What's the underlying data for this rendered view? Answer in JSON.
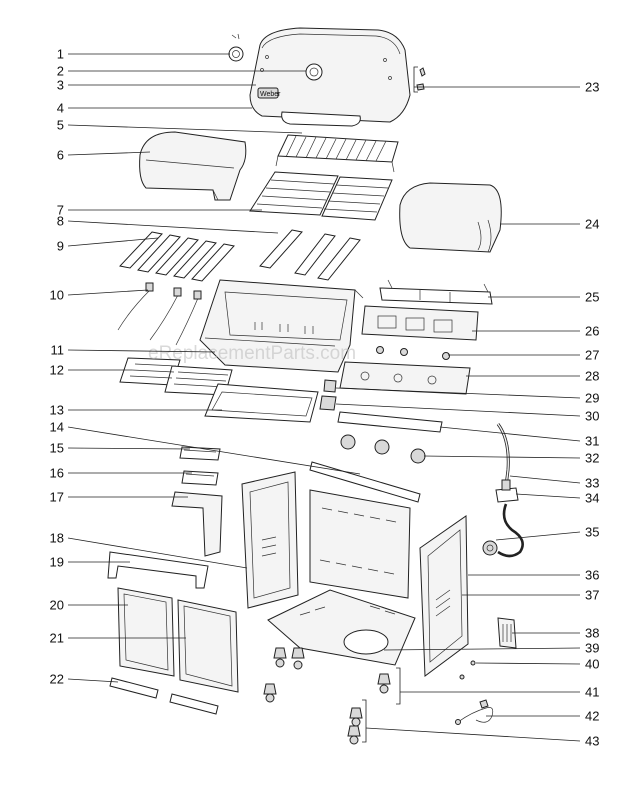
{
  "watermark": "eReplacementParts.com",
  "lid_badge": "Weber",
  "left_labels": [
    "1",
    "2",
    "3",
    "4",
    "5",
    "6",
    "7",
    "8",
    "9",
    "10",
    "11",
    "12",
    "13",
    "14",
    "15",
    "16",
    "17",
    "18",
    "19",
    "20",
    "21",
    "22"
  ],
  "right_labels": [
    "23",
    "24",
    "25",
    "26",
    "27",
    "28",
    "29",
    "30",
    "31",
    "32",
    "33",
    "34",
    "35",
    "36",
    "37",
    "38",
    "39",
    "40",
    "41",
    "42",
    "43"
  ]
}
